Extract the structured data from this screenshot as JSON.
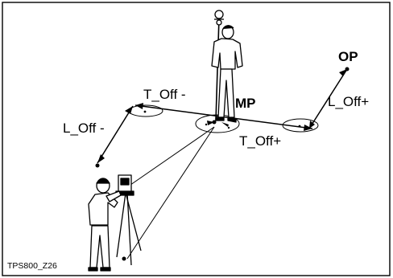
{
  "labels": {
    "t_off_minus": "T_Off -",
    "mp": "MP",
    "op": "OP",
    "l_off_plus": "L_Off+",
    "l_off_minus": "L_Off -",
    "t_off_plus": "T_Off+"
  },
  "caption": "TPS800_Z26",
  "figures": {
    "surveyor_icon": "person-with-total-station-icon",
    "rod_person_icon": "person-holding-prism-rod-icon"
  }
}
